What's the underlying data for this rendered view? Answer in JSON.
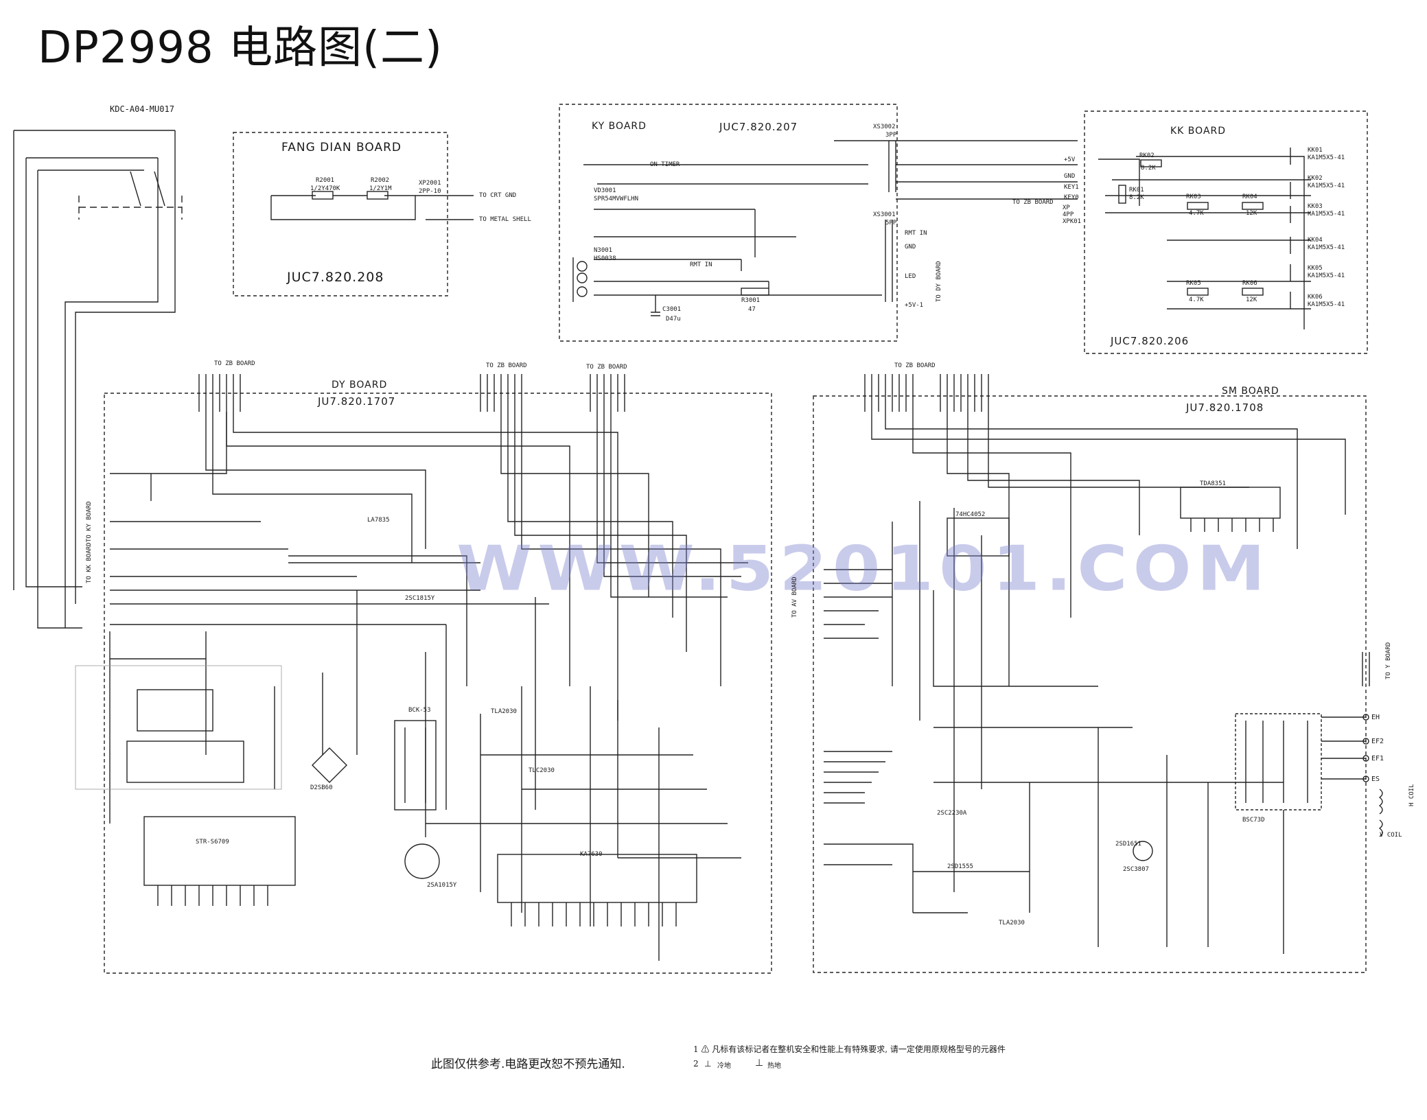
{
  "title": "DP2998 电路图(二)",
  "header_code": "KDC-A04-MU017",
  "fang_dian_board": {
    "name": "FANG DIAN BOARD",
    "code": "JUC7.820.208",
    "r2001": "R2001",
    "r2001_val": "1/2Y470K",
    "r2002": "R2002",
    "r2002_val": "1/2Y1M",
    "xp2001": "XP2001",
    "xp2001_val": "2PP-10",
    "to_crt": "TO CRT GND",
    "to_metal": "TO METAL SHELL"
  },
  "ky_board": {
    "name": "KY BOARD",
    "code": "JUC7.820.207",
    "xs3002": "XS3002",
    "xs3002_val": "3PP",
    "xs3001": "XS3001",
    "xs3001_val": "5PP",
    "vd3001": "VD3001",
    "vd3001_val": "SPR54MVWFLHN",
    "n3001": "N3001",
    "n3001_val": "HS0038",
    "on_timer": "ON TIMER",
    "rmt_in": "RMT IN",
    "rmt_in2": "RMT IN",
    "gnd": "GND",
    "led": "LED",
    "vcc": "+5V-1",
    "r3001": "R3001",
    "r3001_val": "47",
    "c3001": "C3001",
    "c3001_val": "D47u",
    "to_dy": "TO DY BOARD"
  },
  "kk_board": {
    "name": "KK BOARD",
    "code": "JUC7.820.206",
    "to_zb": "TO ZB BOARD",
    "xp": "XP",
    "xp_val": "4PP",
    "xpk": "XPK01",
    "res": [
      {
        "ref": "RK02",
        "val": "8.2K"
      },
      {
        "ref": "RK01",
        "val": "8.2K"
      },
      {
        "ref": "RK03",
        "val": "4.7K"
      },
      {
        "ref": "RK04",
        "val": "12K"
      },
      {
        "ref": "RK05",
        "val": "4.7K"
      },
      {
        "ref": "RK06",
        "val": "12K"
      }
    ],
    "keys": [
      {
        "ref": "KK01",
        "val": "KA1M5X5-41"
      },
      {
        "ref": "KK02",
        "val": "KA1M5X5-41"
      },
      {
        "ref": "KK03",
        "val": "KA1M5X5-41"
      },
      {
        "ref": "KK04",
        "val": "KA1M5X5-41"
      },
      {
        "ref": "KK05",
        "val": "KA1M5X5-41"
      },
      {
        "ref": "KK06",
        "val": "KA1M5X5-41"
      }
    ],
    "pins": [
      "+5V",
      "GND",
      "KEY1",
      "KEY0"
    ]
  },
  "dy_board": {
    "name": "DY BOARD",
    "code": "JU7.820.1707",
    "to_zb_1": "TO ZB BOARD",
    "to_zb_2": "TO ZB BOARD",
    "to_zb_3": "TO ZB BOARD",
    "to_ky": "TO KY BOARD",
    "to_kk": "TO KK BOARD",
    "parts": [
      "STR-S6709",
      "BCK-53",
      "LA7835",
      "D2SB60",
      "2SC1815Y",
      "TLA2030",
      "KA7630",
      "2SA1015Y",
      "TLC2030"
    ]
  },
  "sm_board": {
    "name": "SM BOARD",
    "code": "JU7.820.1708",
    "to_zb": "TO ZB BOARD",
    "to_av": "TO AV BOARD",
    "to_y": "TO Y BOARD",
    "outputs": [
      "EH",
      "EF2",
      "EF1",
      "ES"
    ],
    "h_coil": "H COIL",
    "v_coil": "V COIL",
    "parts": [
      "74HC4052",
      "2SC2230A",
      "2SD1555",
      "TDA8351",
      "2SC3807",
      "TLA2030",
      "2SD1651",
      "BSC73D"
    ]
  },
  "watermark": "WWW.520101.COM",
  "footer": {
    "note": "此图仅供参考.电路更改恕不预先通知.",
    "item1": "1  ⚠ 凡标有该标记者在整机安全和性能上有特殊要求,   请一定使用原规格型号的元器件",
    "item2_num": "2",
    "item2_a": "冷地",
    "item2_b": "热地"
  }
}
